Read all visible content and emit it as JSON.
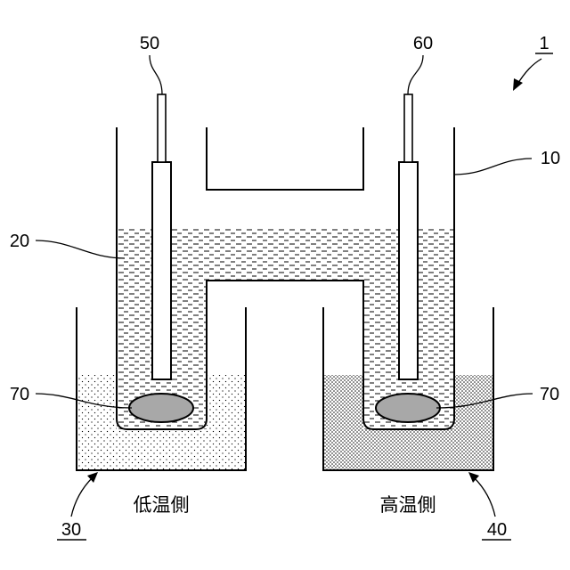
{
  "figure": {
    "labels": {
      "overall": "1",
      "container": "10",
      "liquid": "20",
      "low_bath": "30",
      "high_bath": "40",
      "left_electrode": "50",
      "right_electrode": "60",
      "left_sample": "70",
      "right_sample": "70"
    },
    "captions": {
      "low_side": "低温側",
      "high_side": "高温側"
    },
    "colors": {
      "line": "#000000",
      "sample_fill": "#a8a8a8",
      "liquid_dash": "#000000",
      "low_bath_dots": "sparse",
      "high_bath_dots": "dense"
    }
  }
}
